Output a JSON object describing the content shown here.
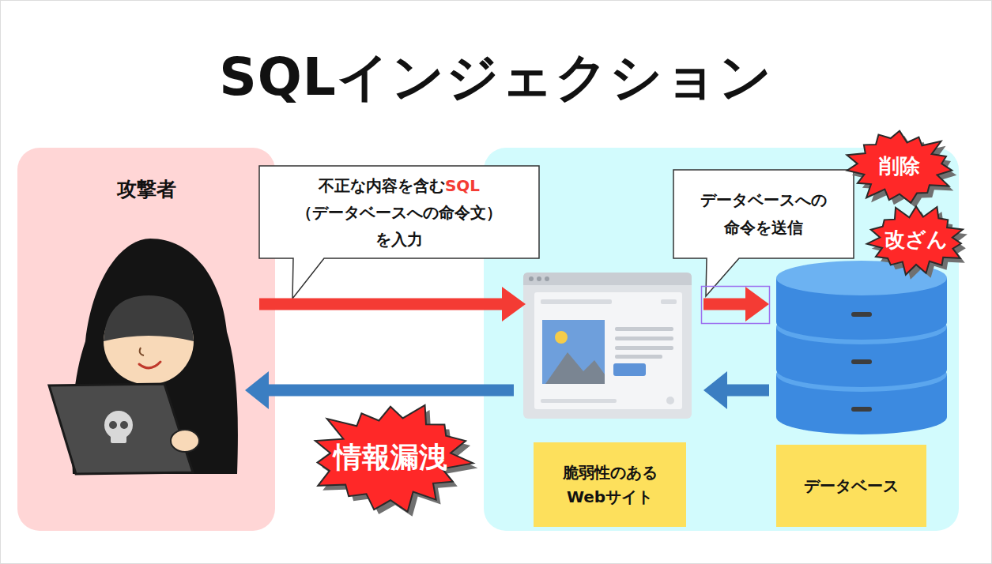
{
  "diagram": {
    "title": "SQLインジェクション",
    "nodes": [
      {
        "text": [
          "攻撃者"
        ]
      },
      {
        "text": [
          "削除"
        ]
      },
      {
        "text": [
          "改ざん"
        ]
      },
      {
        "text": [
          "情報漏洩"
        ]
      },
      {
        "text": [
          "脆弱性のある Webサイト"
        ]
      },
      {
        "text": [
          "データベース"
        ]
      }
    ],
    "edges": [
      {
        "from": 0,
        "to": 4,
        "arrow": "to",
        "label": "不正な内容を含むSQL （データベースへの命令文） を入力"
      },
      {
        "from": 4,
        "to": 5,
        "arrow": "to",
        "label": "データベースへの 命令を送信"
      },
      {
        "from": 5,
        "to": 4,
        "arrow": "to"
      },
      {
        "from": 4,
        "to": 0,
        "arrow": "to"
      }
    ]
  }
}
